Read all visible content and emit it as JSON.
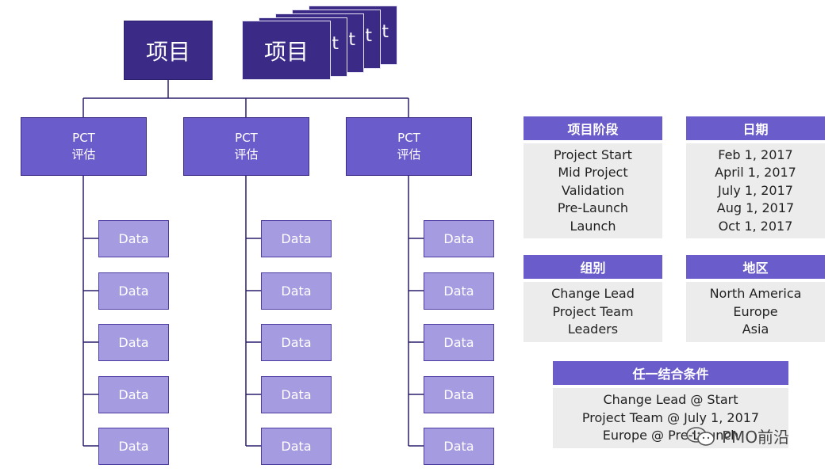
{
  "hierarchy": {
    "root_label": "项目",
    "stack_label": "项目",
    "stack_peek": [
      "t",
      "t",
      "t",
      "t"
    ],
    "pct_nodes": [
      {
        "line1": "PCT",
        "line2": "评估"
      },
      {
        "line1": "PCT",
        "line2": "评估"
      },
      {
        "line1": "PCT",
        "line2": "评估"
      }
    ],
    "data_label": "Data"
  },
  "panels": {
    "phase": {
      "title": "项目阶段",
      "items": [
        "Project Start",
        "Mid Project",
        "Validation",
        "Pre-Launch",
        "Launch"
      ]
    },
    "date": {
      "title": "日期",
      "items": [
        "Feb 1, 2017",
        "April 1, 2017",
        "July 1, 2017",
        "Aug 1, 2017",
        "Oct 1, 2017"
      ]
    },
    "group": {
      "title": "组别",
      "items": [
        "Change Lead",
        "Project Team",
        "Leaders"
      ]
    },
    "region": {
      "title": "地区",
      "items": [
        "North America",
        "Europe",
        "Asia"
      ]
    },
    "combo": {
      "title": "任一结合条件",
      "items": [
        "Change Lead @ Start",
        "Project Team @ July 1, 2017",
        "Europe @ Pre-Launch"
      ]
    }
  },
  "watermark": {
    "text": "PMO前沿"
  },
  "colors": {
    "dark": "#3b2b87",
    "medium": "#6a5ccb",
    "light": "#a59be0",
    "panel_bg": "#ececec"
  }
}
